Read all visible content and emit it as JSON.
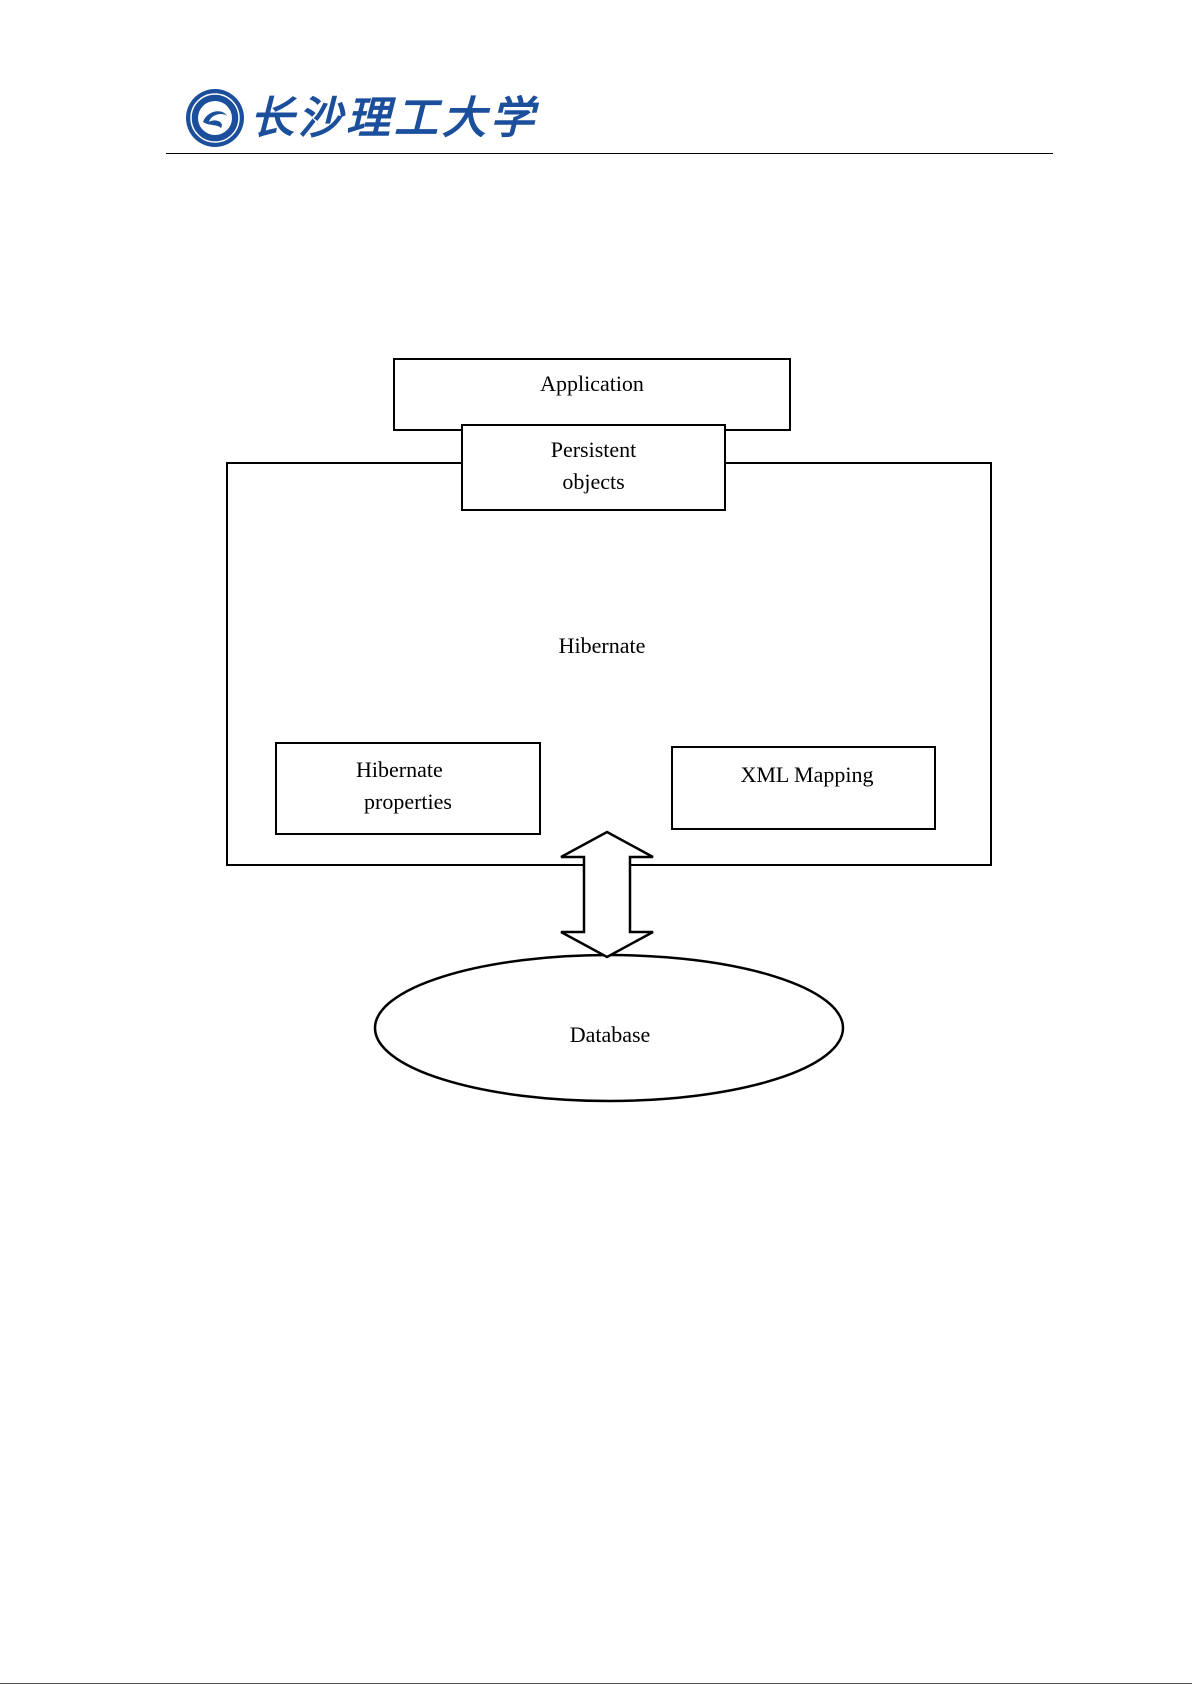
{
  "header": {
    "university_name": "长沙理工大学",
    "logo_icon": "university-seal-icon",
    "accent_color": "#1b4f9c"
  },
  "diagram": {
    "application": {
      "label": "Application"
    },
    "persistent_objects": {
      "line1": "Persistent",
      "line2": "objects"
    },
    "hibernate": {
      "label": "Hibernate"
    },
    "hibernate_properties": {
      "line1": "Hibernate",
      "line2": "properties"
    },
    "xml_mapping": {
      "label": "XML Mapping"
    },
    "arrow_icon": "double-headed-vertical-arrow-icon",
    "database": {
      "label": "Database"
    }
  }
}
